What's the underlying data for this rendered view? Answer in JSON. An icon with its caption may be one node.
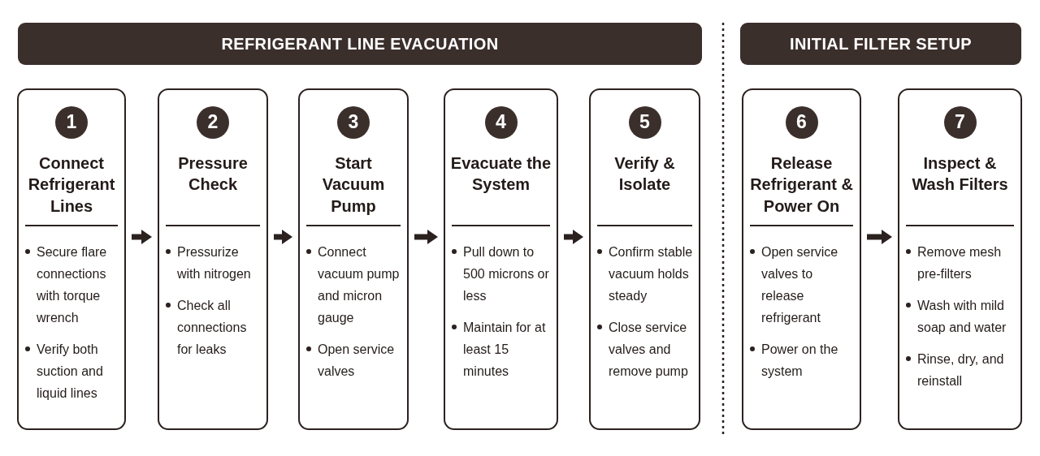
{
  "diagram": {
    "nodes": [
      {
        "text": [
          "REFRIGERANT LINE EVACUATION"
        ]
      },
      {
        "text": [
          "INITIAL FILTER SETUP"
        ]
      },
      {
        "text": [
          "Connect Refrigerant Lines",
          "Secure flare connections with torque wrench",
          "Verify both suction and liquid lines"
        ]
      },
      {
        "text": [
          "1"
        ],
        "in": 2
      },
      {
        "text": [
          "Pressure Check",
          "Pressurize with nitrogen",
          "Check all connections for leaks"
        ]
      },
      {
        "text": [
          "2"
        ],
        "in": 4
      },
      {
        "text": [
          "Start Vacuum Pump",
          "Connect vacuum pump and micron gauge",
          "Open service valves"
        ]
      },
      {
        "text": [
          "3"
        ],
        "in": 6
      },
      {
        "text": [
          "Evacuate the System",
          "Pull down to 500 microns or less",
          "Maintain for at least 15 minutes"
        ]
      },
      {
        "text": [
          "4"
        ],
        "in": 8
      },
      {
        "text": [
          "Verify & Isolate",
          "Confirm stable vacuum holds steady",
          "Close service valves and remove pump"
        ]
      },
      {
        "text": [
          "5"
        ],
        "in": 10
      },
      {
        "text": [
          "Release Refrigerant & Power On",
          "Open service valves to release refrigerant",
          "Power on the system"
        ]
      },
      {
        "text": [
          "6"
        ],
        "in": 12
      },
      {
        "text": [
          "Inspect & Wash Filters",
          "Remove mesh pre-filters",
          "Wash with mild soap and water",
          "Rinse, dry, and reinstall"
        ]
      },
      {
        "text": [
          "7"
        ],
        "in": 14
      }
    ],
    "edges": [
      {
        "from": 2,
        "to": 4,
        "arrow": "to"
      },
      {
        "from": 4,
        "to": 6,
        "arrow": "to"
      },
      {
        "from": 6,
        "to": 8,
        "arrow": "to"
      },
      {
        "from": 8,
        "to": 10,
        "arrow": "to"
      },
      {
        "from": 12,
        "to": 14,
        "arrow": "to"
      }
    ]
  }
}
